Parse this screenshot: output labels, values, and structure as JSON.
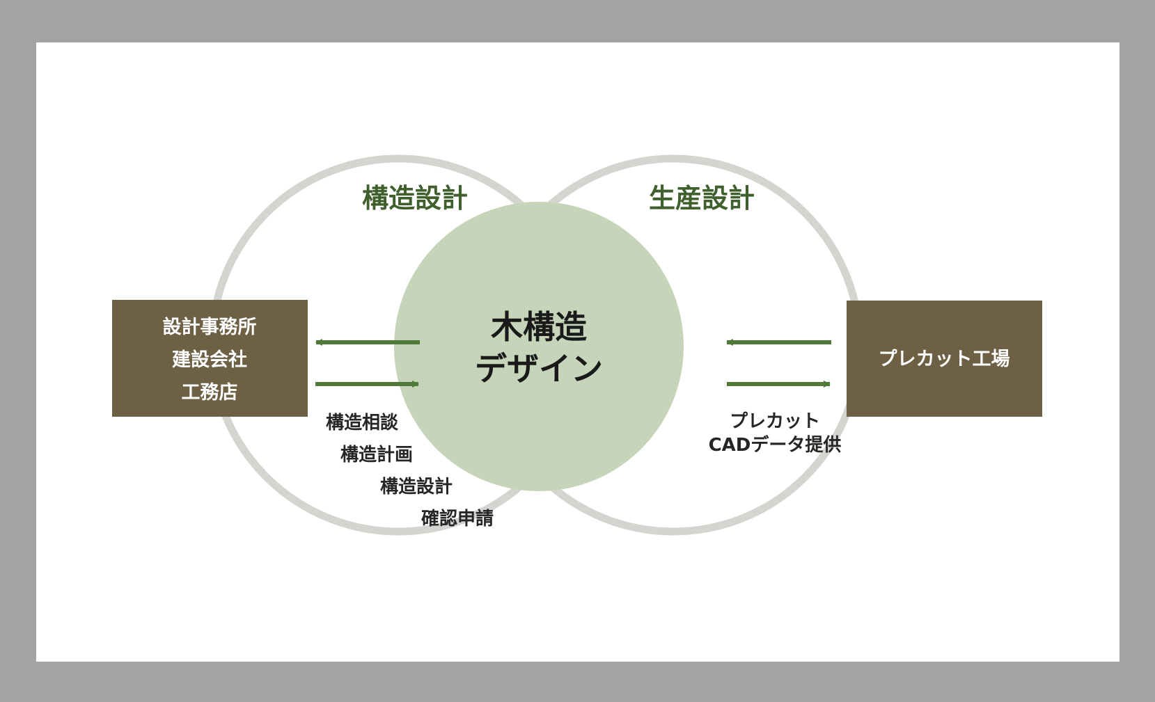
{
  "diagram": {
    "sections": {
      "left_title": "構造設計",
      "right_title": "生産設計"
    },
    "center": {
      "line1": "木構造",
      "line2": "デザイン"
    },
    "left_box": {
      "lines": [
        "設計事務所",
        "建設会社",
        "工務店"
      ]
    },
    "right_box": {
      "label": "プレカット工場"
    },
    "left_services": [
      "構造相談",
      "構造計画",
      "構造設計",
      "確認申請"
    ],
    "right_services": [
      "プレカット",
      "CADデータ提供"
    ]
  },
  "colors": {
    "frame": "#a3a3a3",
    "background": "#ffffff",
    "ring": "#d4d5d0",
    "center_circle": "#c6d5b9",
    "box": "#6e6044",
    "arrow": "#4f7a38",
    "title": "#3f5f2c"
  }
}
